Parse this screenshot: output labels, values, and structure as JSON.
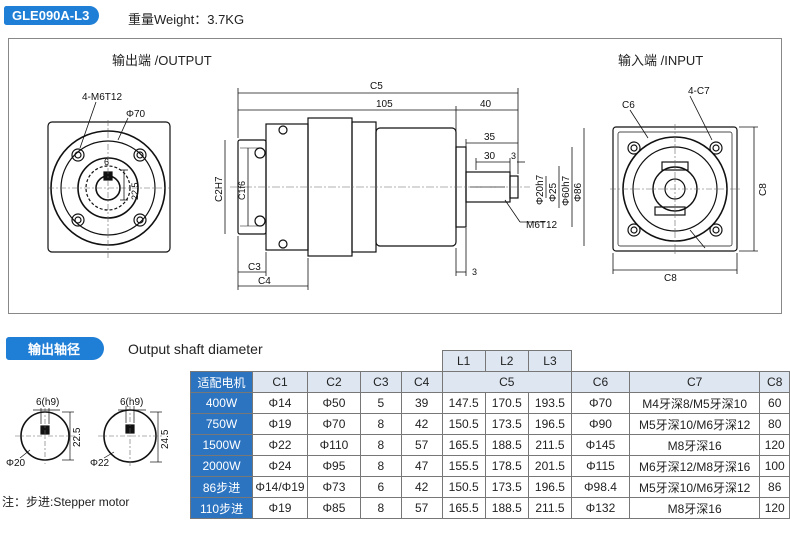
{
  "header": {
    "model": "GLE090A-L3",
    "weight": "重量Weight：3.7KG"
  },
  "views": {
    "output_label": "输出端 /OUTPUT",
    "input_label": "输入端 /INPUT"
  },
  "dims": {
    "out_holes": "4-M6T12",
    "out_bolt": "Φ70",
    "out_key": "6",
    "out_height": "22.5",
    "c5": "C5",
    "d105": "105",
    "d40": "40",
    "d35": "35",
    "d30": "30",
    "d3a": "3",
    "c2": "C2H7",
    "c1": "C1f6",
    "phi20": "Φ20h7",
    "phi25": "Φ25",
    "phi60": "Φ60h7",
    "phi86": "Φ86",
    "m6": "M6T12",
    "c3": "C3",
    "c4": "C4",
    "d3b": "3",
    "in_c6": "C6",
    "in_c7": "4-C7",
    "in_c8v": "C8",
    "in_c8h": "C8"
  },
  "shaft_section": {
    "badge": "输出轴径",
    "title": "Output shaft diameter",
    "left": {
      "key": "6(h9)",
      "height": "22.5",
      "dia": "Φ20"
    },
    "right": {
      "key": "6(h9)",
      "height": "24.5",
      "dia": "Φ22"
    },
    "note": "注：步进:Stepper motor"
  },
  "table": {
    "l_headers": [
      "L1",
      "L2",
      "L3"
    ],
    "headers": [
      "适配电机",
      "C1",
      "C2",
      "C3",
      "C4",
      "C5",
      "C6",
      "C7",
      "C8"
    ],
    "rows": [
      [
        "400W",
        "Φ14",
        "Φ50",
        "5",
        "39",
        "147.5",
        "170.5",
        "193.5",
        "Φ70",
        "M4牙深8/M5牙深10",
        "60"
      ],
      [
        "750W",
        "Φ19",
        "Φ70",
        "8",
        "42",
        "150.5",
        "173.5",
        "196.5",
        "Φ90",
        "M5牙深10/M6牙深12",
        "80"
      ],
      [
        "1500W",
        "Φ22",
        "Φ110",
        "8",
        "57",
        "165.5",
        "188.5",
        "211.5",
        "Φ145",
        "M8牙深16",
        "120"
      ],
      [
        "2000W",
        "Φ24",
        "Φ95",
        "8",
        "47",
        "155.5",
        "178.5",
        "201.5",
        "Φ115",
        "M6牙深12/M8牙深16",
        "100"
      ],
      [
        "86步进",
        "Φ14/Φ19",
        "Φ73",
        "6",
        "42",
        "150.5",
        "173.5",
        "196.5",
        "Φ98.4",
        "M5牙深10/M6牙深12",
        "86"
      ],
      [
        "110步进",
        "Φ19",
        "Φ85",
        "8",
        "57",
        "165.5",
        "188.5",
        "211.5",
        "Φ132",
        "M8牙深16",
        "120"
      ]
    ]
  },
  "colors": {
    "accent": "#1f7ed6",
    "row_head": "#2d74c0",
    "header_bg": "#dde6f1"
  }
}
